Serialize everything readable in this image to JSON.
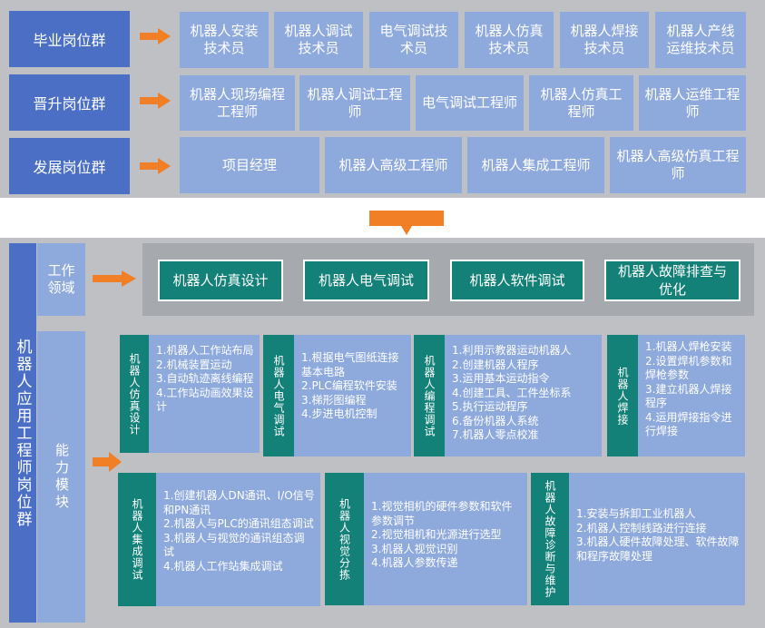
{
  "career": {
    "rows": [
      {
        "name": "毕业岗位群",
        "jobs": [
          "机器人安装技术员",
          "机器人调试技术员",
          "电气调试技术员",
          "机器人仿真技术员",
          "机器人焊接技术员",
          "机器人产线运维技术员"
        ]
      },
      {
        "name": "晋升岗位群",
        "jobs": [
          "机器人现场编程工程师",
          "机器人调试工程师",
          "电气调试工程师",
          "机器人仿真工程师",
          "机器人运维工程师"
        ]
      },
      {
        "name": "发展岗位群",
        "jobs": [
          "项目经理",
          "机器人高级工程师",
          "机器人集成工程师",
          "机器人高级仿真工程师"
        ]
      }
    ]
  },
  "left_title": "机器人应用工程师岗位群",
  "work_area": {
    "label": "工作领域",
    "domains": [
      "机器人仿真设计",
      "机器人电气调试",
      "机器人软件调试",
      "机器人故障排查与优化"
    ]
  },
  "ability": {
    "label": "能力模块",
    "modules": [
      {
        "title": "机器人仿真设计",
        "items": [
          "1.机器人工作站布局",
          "2.机械装置运动",
          "3.自动轨迹离线编程",
          "4.工作站动画效果设计"
        ]
      },
      {
        "title": "机器人电气调试",
        "items": [
          "1.根据电气图纸连接基本电路",
          "2.PLC编程软件安装",
          "3.梯形图编程",
          "4.步进电机控制"
        ]
      },
      {
        "title": "机器人编程调试",
        "items": [
          "1.利用示教器运动机器人",
          "2.创建机器人程序",
          "3.运用基本运动指令",
          "4.创建工具、工件坐标系",
          "5.执行运动程序",
          "6.备份机器人系统",
          "7.机器人零点校准"
        ]
      },
      {
        "title": "机器人焊接",
        "items": [
          "1.机器人焊枪安装",
          "2.设置焊机参数和焊枪参数",
          "3.建立机器人焊接程序",
          "4.运用焊接指令进行焊接"
        ]
      },
      {
        "title": "机器人集成调试",
        "items": [
          "1.创建机器人DN通讯、I/O信号和PN通讯",
          "2.机器人与PLC的通讯组态调试",
          "3.机器人与视觉的通讯组态调试",
          "4.机器人工作站集成调试"
        ]
      },
      {
        "title": "机器人视觉分拣",
        "items": [
          "1.视觉相机的硬件参数和软件参数调节",
          "2.视觉相机和光源进行选型",
          "3.机器人视觉识别",
          "4.机器人参数传递"
        ]
      },
      {
        "title": "机器人故障诊断与维护",
        "items": [
          "1.安装与拆卸工业机器人",
          "2.机器人控制线路进行连接",
          "3.机器人硬件故障处理、软件故障和程序故障处理"
        ]
      }
    ]
  },
  "colors": {
    "header": "#4a6fc5",
    "cell": "#8ea9db",
    "teal": "#138178",
    "arrow": "#f07f26",
    "panel": "#bfc0c4"
  }
}
